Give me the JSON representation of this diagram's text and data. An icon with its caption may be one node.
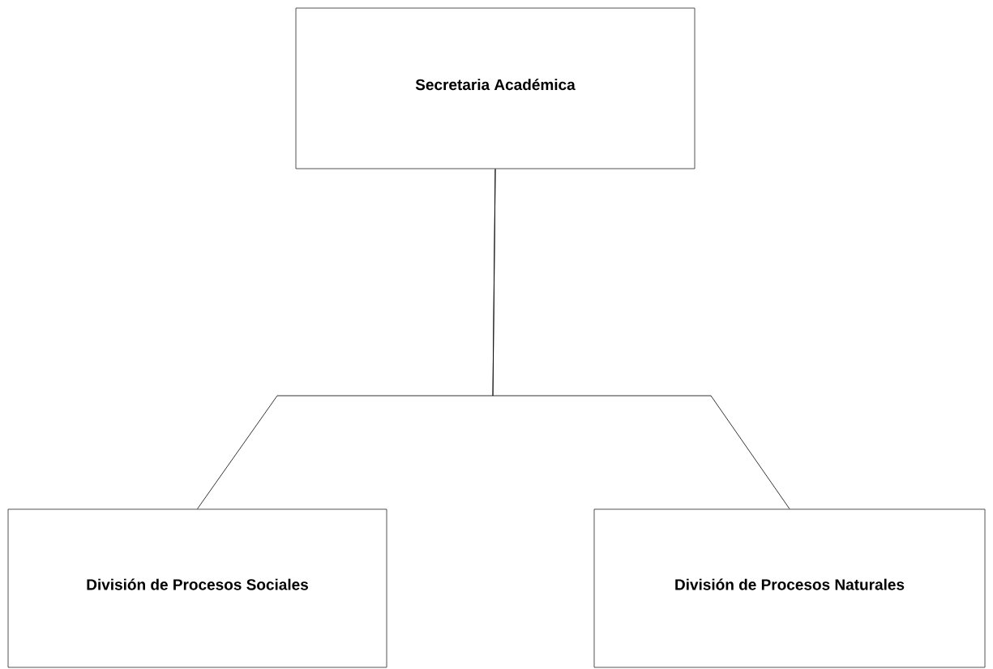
{
  "diagram": {
    "nodes": [
      {
        "text": [
          "Secretaria Académica"
        ]
      },
      {
        "text": [
          "División de Procesos Sociales"
        ]
      },
      {
        "text": [
          "División de Procesos Naturales"
        ]
      }
    ],
    "edges": [
      {
        "from": 0,
        "to": 1,
        "arrow": "none"
      },
      {
        "from": 0,
        "to": 2,
        "arrow": "none"
      }
    ]
  }
}
